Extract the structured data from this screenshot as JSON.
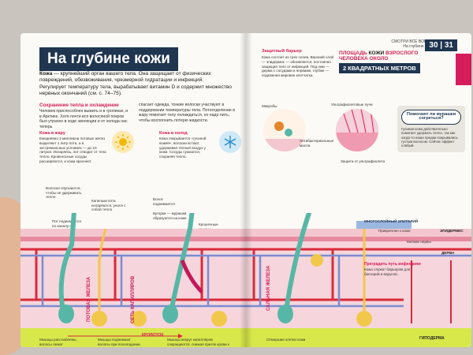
{
  "left": {
    "title": "На глубине кожи",
    "lead_bold": "Кожа",
    "lead_text": " — крупнейший орган вашего тела. Она защищает от физических повреждений, обезвоживания, чрезмерной гидратации и инфекций. Регулирует температуру тела, вырабатывает витамин D и содержит множество нервных окончаний (см. с. 74–75).",
    "section_heading": "Сохранение тепла и охлаждение",
    "section_text": "Человек приспособлен выжить и в тропиках, и в Арктике. Хотя почти вся волосяной покров был утрачен в ходе эволюции и от холода нас теперь",
    "section_text_2": "спасает одежда, тонкие волоски участвуют в поддержании температуры тела. Потоотделение в жару помогает телу охлаждаться, но надо пить, чтобы восполнить потерю жидкости.",
    "hot_heading": "Кожа в жару",
    "hot_text": "Ежедневно 3 миллиона потовых желез выделяют 1 литр пота, а в экстремальных условиях — до 10 литров. Испаряясь, пот отводит от тела тепло. Кровеносные сосуды расширяются, и кожа краснеет.",
    "cold_heading": "Кожа в холод",
    "cold_text": "Кожа покрывается «гусиной кожей», волоски встают, удерживая теплый воздух у кожи. Сосуды сужаются, сохраняя тепло.",
    "labels": [
      "Волоски опускаются, чтобы не удерживать тепло",
      "Капельки пота испаряются, унося с собой тепло",
      "Волос поднимается",
      "Бугорки — мурашки образуются на коже",
      "Пот поднимается по каналу на поверхность",
      "Крошечные мышцы поднимают волос"
    ],
    "band_label": "КРОВОТОК",
    "sweat_gland": "ПОТОВАЯ ЖЕЛЕЗА",
    "capillary_net": "СЕТЬ КАПИЛЛЯРОВ",
    "bottom_left": "Мышцы расслаблены, волосы лежат",
    "bottom_mid": "Мышцы поднимают волосы при похолодании",
    "bottom_right": "Мышцы вокруг капилляров сокращаются, снижая приток крови к коже"
  },
  "right": {
    "header_line1": "СМОТРИ ВСЕ ВОКРУГ",
    "header_line2": "На глубине кожи",
    "page_numbers": "30 | 31",
    "barrier_heading": "Защитный барьер",
    "barrier_text": "Кожа состоит из трех слоев. Верхний слой — эпидермис — обновляется, постоянно защищая тело от инфекций. Под ним — дерма с сосудами и нервами, глубже — подкожная жировая клетчатка.",
    "stat_prefix": "ПЛОЩАДЬ",
    "stat_bold": "КОЖИ",
    "stat_suffix": "ВЗРОСЛОГО ЧЕЛОВЕКА ОКОЛО",
    "stat_big": "2 КВАДРАТНЫХ МЕТРОВ",
    "bubble_heading": "Помогают ли мурашки согреться?",
    "bubble_text": "Гусиная кожа действительно помогает удержать тепло, так как когда-то наши предки покрывались густым волосом. Сейчас эффект слабый.",
    "labels": [
      "Микробы",
      "Ультрафиолетовые лучи",
      "Антибактериальные масла",
      "Защита от ультрафиолета",
      "Прикреплен к коже",
      "Мелкие нервы"
    ],
    "band_label_1": "МНОГОСЛОЙНЫЙ ЭПИТЕЛИЙ",
    "band_label_2": "ЭПИДЕРМИС",
    "band_label_3": "ДЕРМА",
    "band_label_4": "ГИПОДЕРМА",
    "sebaceous": "САЛЬНАЯ ЖЕЛЕЗА",
    "obstacle_heading": "Преградить путь инфекциям",
    "obstacle_text": "Кожа служит барьером для бактерий и вирусов.",
    "bottom_left": "Отмершие клетки кожи",
    "bottom_right": "ГИПОДЕРМА"
  },
  "colors": {
    "navy": "#1f3550",
    "pink": "#d61c5a",
    "skin_pink": "#f4c6cf",
    "dermis": "#f3b7c3",
    "vessel_red": "#d92a3a",
    "vessel_blue": "#7a8cd1",
    "yellow": "#f2c84b",
    "teal": "#57b7a6",
    "lime": "#d8e84a"
  }
}
